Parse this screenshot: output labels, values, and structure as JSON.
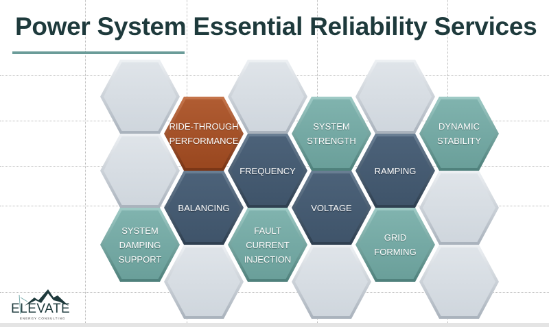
{
  "title": "Power System Essential Reliability Services",
  "colors": {
    "light": "#d5dce3",
    "orange": "#a0502a",
    "dark": "#44586e",
    "teal": "#6fa5a0",
    "title": "#1e3a3c"
  },
  "hexagons": [
    {
      "label": "",
      "color": "light"
    },
    {
      "label": "",
      "color": "light"
    },
    {
      "label": "SYSTEM\nDAMPING\nSUPPORT",
      "color": "teal"
    },
    {
      "label": "RIDE-THROUGH\nPERFORMANCE",
      "color": "orange"
    },
    {
      "label": "BALANCING",
      "color": "dark"
    },
    {
      "label": "",
      "color": "light"
    },
    {
      "label": "",
      "color": "light"
    },
    {
      "label": "FREQUENCY",
      "color": "dark"
    },
    {
      "label": "FAULT\nCURRENT\nINJECTION",
      "color": "teal"
    },
    {
      "label": "SYSTEM\nSTRENGTH",
      "color": "teal"
    },
    {
      "label": "VOLTAGE",
      "color": "dark"
    },
    {
      "label": "",
      "color": "light"
    },
    {
      "label": "",
      "color": "light"
    },
    {
      "label": "RAMPING",
      "color": "dark"
    },
    {
      "label": "GRID\nFORMING",
      "color": "teal"
    },
    {
      "label": "DYNAMIC\nSTABILITY",
      "color": "teal"
    },
    {
      "label": "",
      "color": "light"
    },
    {
      "label": "",
      "color": "light"
    }
  ],
  "logo": {
    "name": "ELEVATE",
    "subtitle": "ENERGY CONSULTING"
  }
}
